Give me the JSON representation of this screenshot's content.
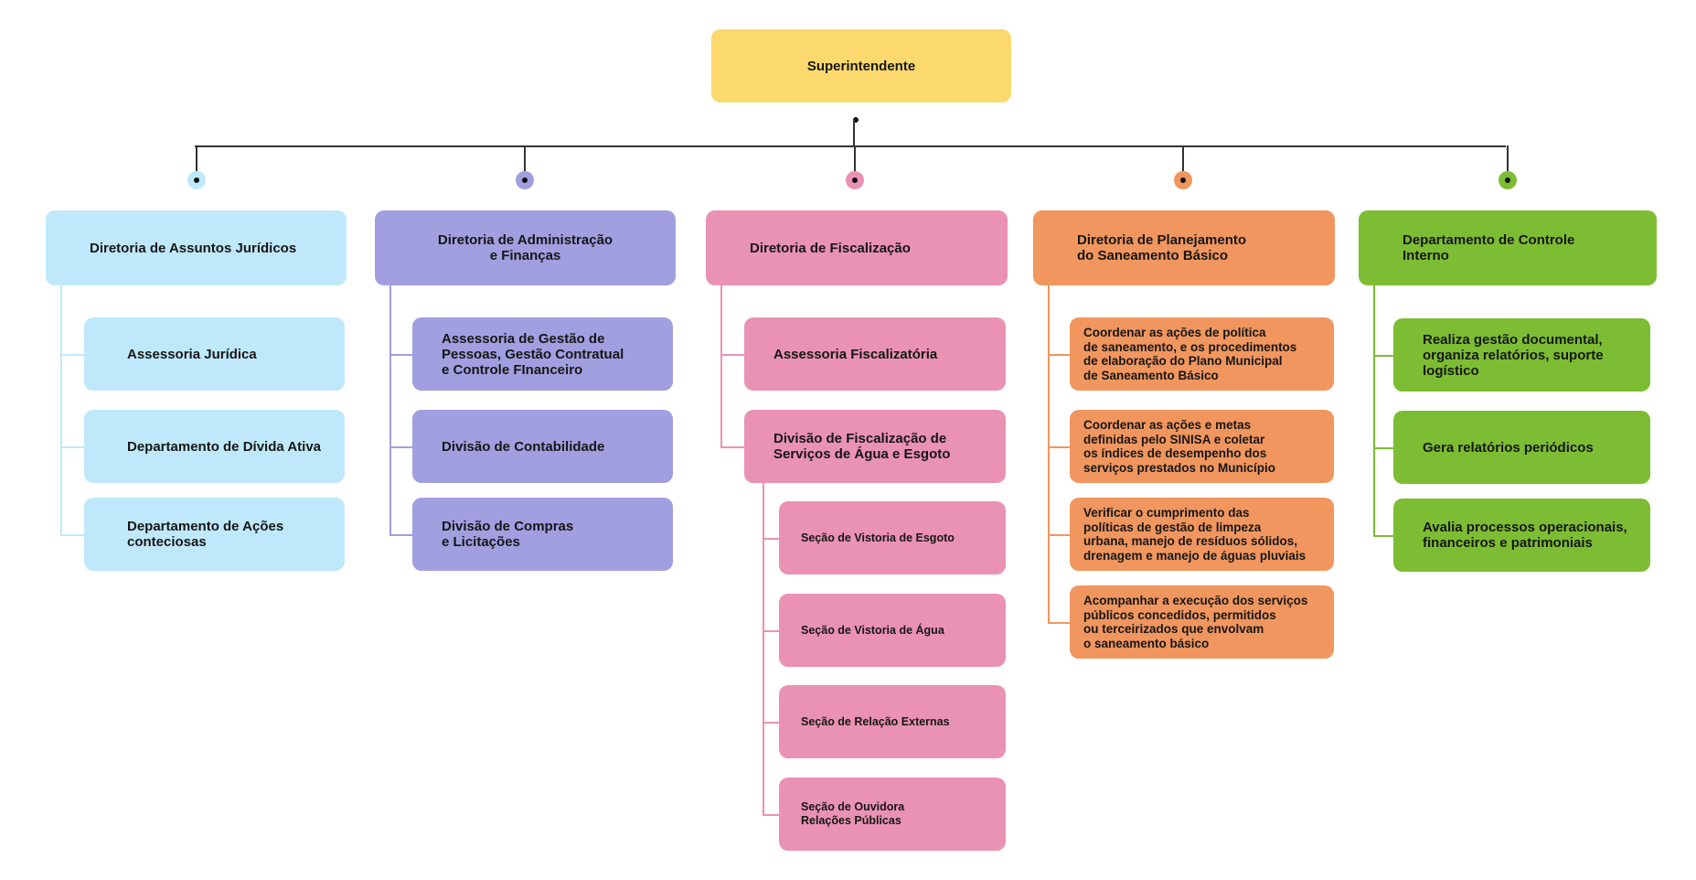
{
  "superintendent": {
    "label": "Superintendente",
    "color": "#fbd96e"
  },
  "connector_color": "#333333",
  "columns": [
    {
      "id": "juridicos",
      "color": "#bfe9fb",
      "line_color": "#bfe9fb",
      "header": "Diretoria de Assuntos Jurídicos",
      "children": [
        "Assessoria Jurídica",
        "Departamento de Dívida Ativa",
        "Departamento de Ações\nconteciosas"
      ]
    },
    {
      "id": "administracao",
      "color": "#a19fe0",
      "line_color": "#a19fe0",
      "header": "Diretoria de Administração\ne Finanças",
      "children": [
        "Assessoria de Gestão de\nPessoas, Gestão Contratual\ne Controle FInanceiro",
        "Divisão de Contabilidade",
        "Divisão de Compras\ne Licitações"
      ]
    },
    {
      "id": "fiscalizacao",
      "color": "#ea92b3",
      "line_color": "#ea92b3",
      "header": "Diretoria de Fiscalização",
      "children": [
        "Assessoria Fiscalizatória",
        "Divisão de Fiscalização de\nServiços de Água e Esgoto"
      ],
      "sections": [
        "Seção de Vistoria de Esgoto",
        "Seção de Vistoria de Água",
        "Seção de Relação Externas",
        "Seção de Ouvidora\nRelações Públicas"
      ]
    },
    {
      "id": "planejamento",
      "color": "#f0965e",
      "line_color": "#f0965e",
      "header": "Diretoria de Planejamento\ndo Saneamento Básico",
      "children": [
        "Coordenar as ações de política\nde saneamento, e os procedimentos\nde elaboração do Plano Municipal\nde Saneamento Básico",
        "Coordenar as ações e metas\ndefinidas pelo SINISA e coletar\nos índices de desempenho dos\nserviços prestados no Município",
        "Verificar o cumprimento das\npolíticas de gestão de limpeza\nurbana, manejo de resíduos sólidos,\ndrenagem e manejo de águas pluviais",
        "Acompanhar a execução dos serviços\npúblicos concedidos, permitidos\nou terceirizados que envolvam\no saneamento básico"
      ]
    },
    {
      "id": "controle",
      "color": "#7dbd33",
      "line_color": "#7dbd33",
      "header": "Departamento de Controle\nInterno",
      "children": [
        "Realiza gestão documental,\norganiza relatórios, suporte\nlogístico",
        "Gera relatórios periódicos",
        "Avalia processos operacionais,\nfinanceiros e patrimoniais"
      ]
    }
  ]
}
